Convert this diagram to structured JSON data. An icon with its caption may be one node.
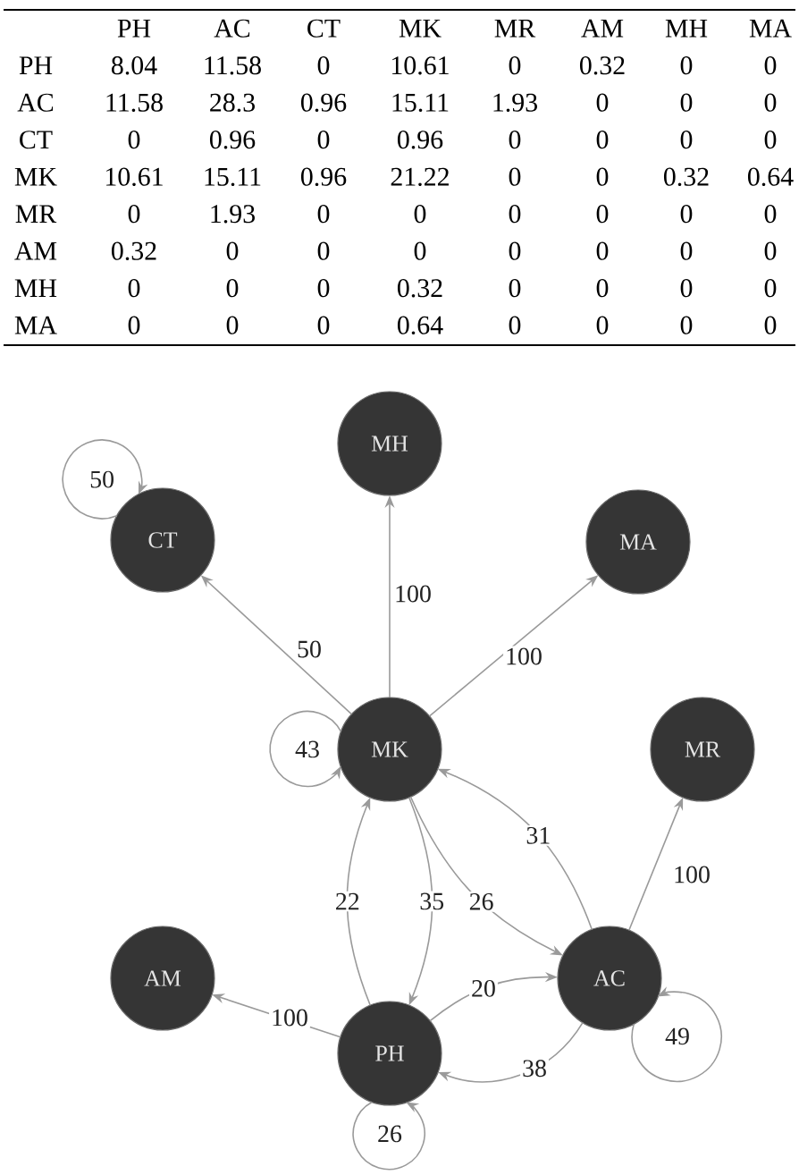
{
  "diagram": {
    "nodes": [
      {
        "text": [
          "MH"
        ]
      },
      {
        "text": [
          "CT"
        ]
      },
      {
        "text": [
          "MA"
        ]
      },
      {
        "text": [
          "MK"
        ]
      },
      {
        "text": [
          "MR"
        ]
      },
      {
        "text": [
          "AM"
        ]
      },
      {
        "text": [
          "AC"
        ]
      },
      {
        "text": [
          "PH"
        ]
      }
    ],
    "edges": [
      {
        "from": 1,
        "to": 1,
        "arrow": "to",
        "label": "50"
      },
      {
        "from": 3,
        "to": 1,
        "arrow": "to",
        "label": "50"
      },
      {
        "from": 3,
        "to": 0,
        "arrow": "to",
        "label": "100"
      },
      {
        "from": 3,
        "to": 2,
        "arrow": "to",
        "label": "100"
      },
      {
        "from": 3,
        "to": 3,
        "arrow": "to",
        "label": "43"
      },
      {
        "from": 6,
        "to": 3,
        "arrow": "to",
        "label": "31"
      },
      {
        "from": 3,
        "to": 6,
        "arrow": "to",
        "label": "26"
      },
      {
        "from": 7,
        "to": 3,
        "arrow": "to",
        "label": "22"
      },
      {
        "from": 3,
        "to": 7,
        "arrow": "to",
        "label": "35"
      },
      {
        "from": 6,
        "to": 4,
        "arrow": "to",
        "label": "100"
      },
      {
        "from": 7,
        "to": 5,
        "arrow": "to",
        "label": "100"
      },
      {
        "from": 7,
        "to": 6,
        "arrow": "to",
        "label": "20"
      },
      {
        "from": 6,
        "to": 7,
        "arrow": "to",
        "label": "38"
      },
      {
        "from": 6,
        "to": 6,
        "arrow": "to",
        "label": "49"
      },
      {
        "from": 7,
        "to": 7,
        "arrow": "to",
        "label": "26"
      }
    ],
    "labels": [
      "PH",
      "AC",
      "CT",
      "MK",
      "MR",
      "AM",
      "MH",
      "MA",
      "PH",
      "8.04",
      "11.58",
      "0",
      "10.61",
      "0",
      "0.32",
      "0",
      "0",
      "AC",
      "11.58",
      "28.3",
      "0.96",
      "15.11",
      "1.93",
      "0",
      "0",
      "0",
      "CT",
      "0",
      "0.96",
      "0",
      "0.96",
      "0",
      "0",
      "0",
      "0",
      "MK",
      "10.61",
      "15.11",
      "0.96",
      "21.22",
      "0",
      "0",
      "0.32",
      "0.64",
      "MR",
      "0",
      "1.93",
      "0",
      "0",
      "0",
      "0",
      "0",
      "0",
      "AM",
      "0.32",
      "0",
      "0",
      "0",
      "0",
      "0",
      "0",
      "0",
      "MH",
      "0",
      "0",
      "0",
      "0.32",
      "0",
      "0",
      "0",
      "0",
      "MA",
      "0",
      "0",
      "0",
      "0.64",
      "0",
      "0",
      "0",
      "0"
    ]
  }
}
